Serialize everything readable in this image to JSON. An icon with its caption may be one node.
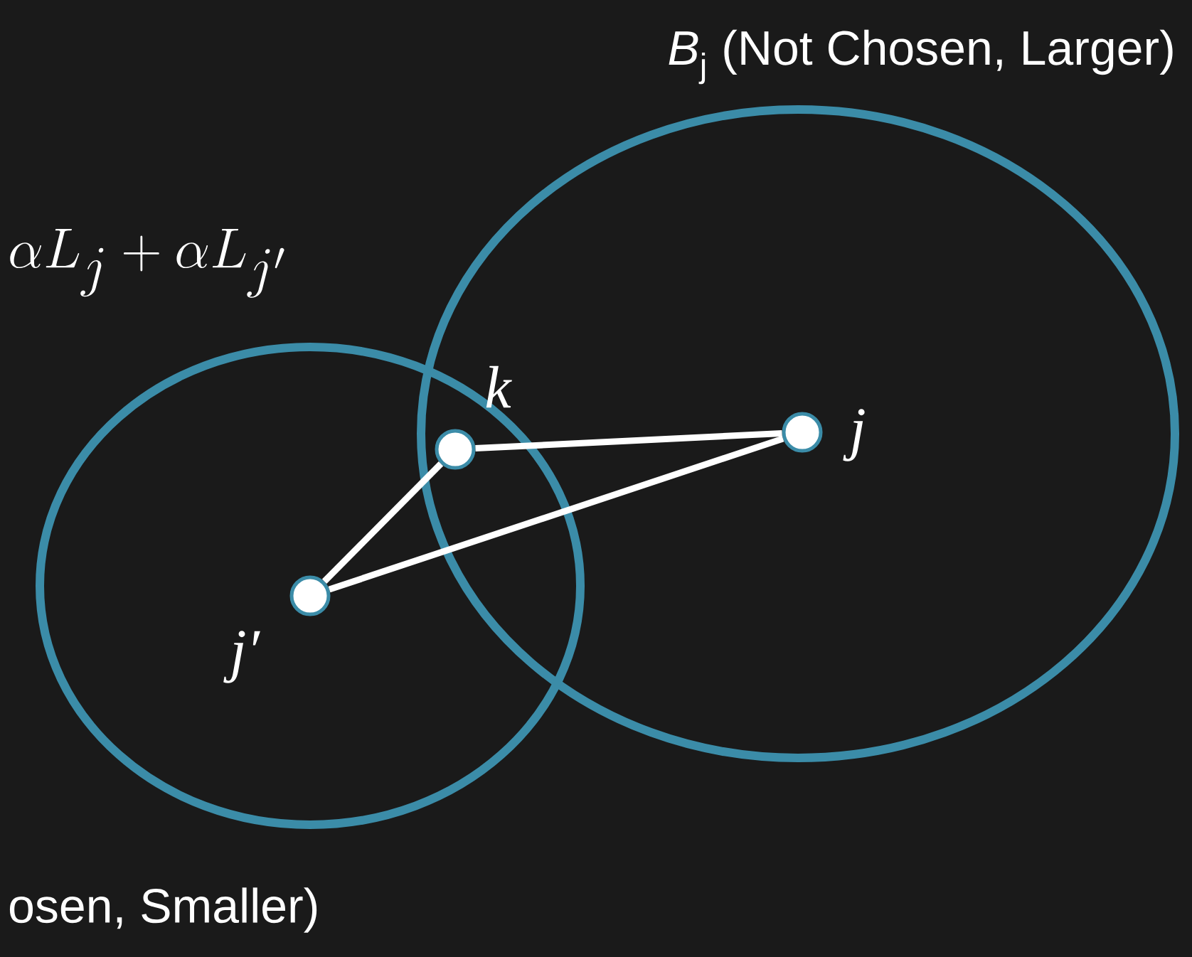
{
  "diagram": {
    "nodes": [
      {
        "text": [
          "*B*$_{j}$ (Not Chosen, Larger)"
        ]
      },
      {
        "text": [
          "osen, Smaller)"
        ]
      },
      {
        "text": [],
        "shape": "circle",
        "beside": [
          "k"
        ]
      },
      {
        "text": [],
        "shape": "circle",
        "beside": [
          "j"
        ],
        "in": 0
      },
      {
        "text": [],
        "shape": "circle",
        "beside": [
          "j′"
        ],
        "in": 1
      }
    ],
    "edges": [
      {
        "from": 2,
        "to": 3,
        "arrow": "none"
      },
      {
        "from": 2,
        "to": 4,
        "arrow": "none"
      },
      {
        "from": 4,
        "to": 3,
        "arrow": "none"
      }
    ],
    "labels": [
      "\\alpha L_j + \\alpha L_{j'}"
    ]
  }
}
